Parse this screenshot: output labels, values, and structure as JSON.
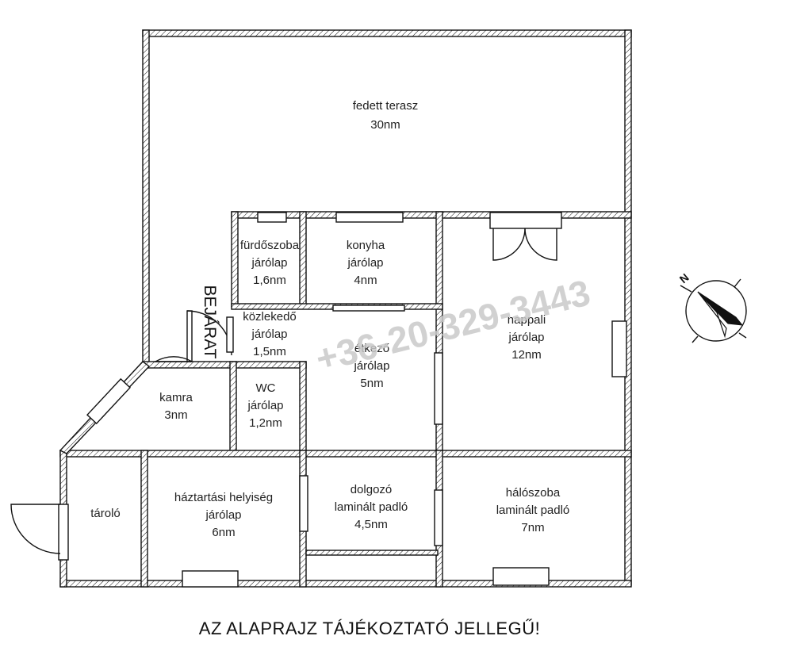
{
  "rooms": {
    "terrace": {
      "name": "fedett terasz",
      "area": "30nm"
    },
    "bathroom": {
      "name": "fürdőszoba",
      "floor": "járólap",
      "area": "1,6nm"
    },
    "kitchen": {
      "name": "konyha",
      "floor": "járólap",
      "area": "4nm"
    },
    "living": {
      "name": "nappali",
      "floor": "járólap",
      "area": "12nm"
    },
    "hallway": {
      "name": "közlekedő",
      "floor": "járólap",
      "area": "1,5nm"
    },
    "dining": {
      "name": "étkező",
      "floor": "járólap",
      "area": "5nm"
    },
    "pantry": {
      "name": "kamra",
      "area": "3nm"
    },
    "wc": {
      "name": "WC",
      "floor": "járólap",
      "area": "1,2nm"
    },
    "storage": {
      "name": "tároló"
    },
    "utility": {
      "name": "háztartási helyiség",
      "floor": "járólap",
      "area": "6nm"
    },
    "study": {
      "name": "dolgozó",
      "floor": "laminált padló",
      "area": "4,5nm"
    },
    "bedroom": {
      "name": "hálószoba",
      "floor": "laminált padló",
      "area": "7nm"
    }
  },
  "entrance_label": "BEJÁRAT",
  "watermark": "+36-20-329-3443",
  "compass": {
    "letter": "N"
  },
  "disclaimer": "AZ ALAPRAJZ TÁJÉKOZTATÓ JELLEGŰ!"
}
